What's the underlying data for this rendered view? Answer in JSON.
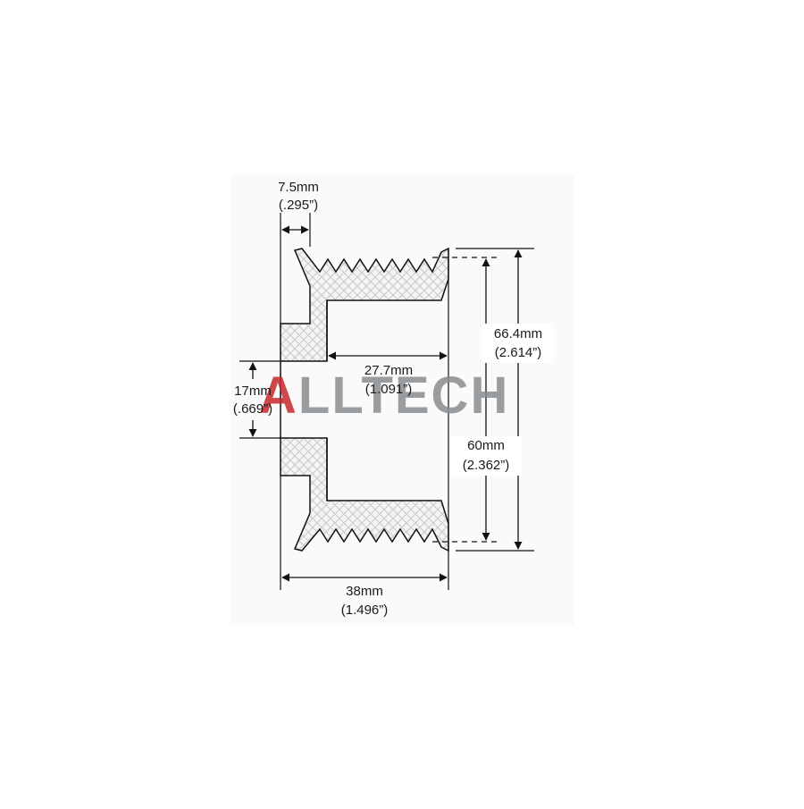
{
  "drawing": {
    "watermark": "ALLTECH",
    "watermark_color": "#c7282d",
    "watermark_gray": "#8a8d91",
    "hatch_color": "#c9c9c9",
    "dimensions": {
      "flange_width": {
        "mm": "7.5mm",
        "inch": "(.295”)"
      },
      "bore": {
        "mm": "17mm",
        "inch": "(.669”)"
      },
      "inner_length": {
        "mm": "27.7mm",
        "inch": "(1.091”)"
      },
      "groove_diameter": {
        "mm": "60mm",
        "inch": "(2.362”)"
      },
      "outer_diameter": {
        "mm": "66.4mm",
        "inch": "(2.614”)"
      },
      "overall_length": {
        "mm": "38mm",
        "inch": "(1.496”)"
      }
    }
  }
}
